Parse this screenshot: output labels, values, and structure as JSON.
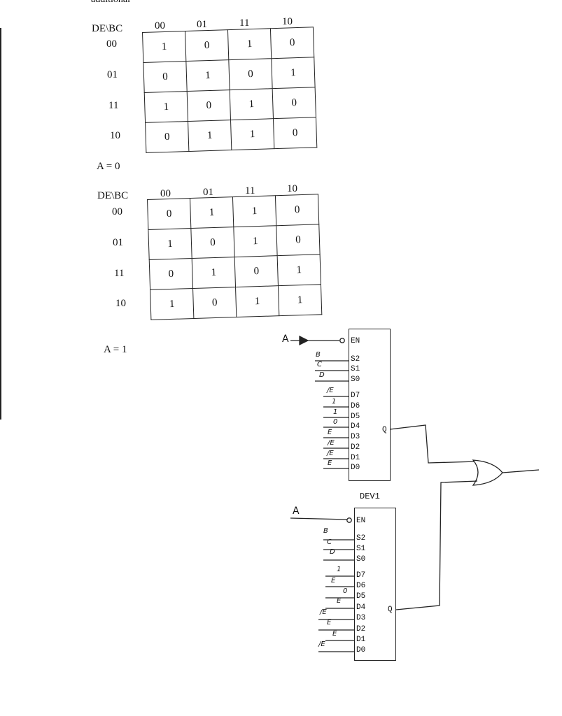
{
  "header_fragment": "additional ",
  "kmap_a0": {
    "corner": "DE\\BC",
    "col_headers": [
      "00",
      "01",
      "11",
      "10"
    ],
    "row_headers": [
      "00",
      "01",
      "11",
      "10"
    ],
    "cells": [
      [
        "1",
        "0",
        "1",
        "0"
      ],
      [
        "0",
        "1",
        "0",
        "1"
      ],
      [
        "1",
        "0",
        "1",
        "0"
      ],
      [
        "0",
        "1",
        "1",
        "0"
      ]
    ],
    "caption": "A = 0"
  },
  "kmap_a1": {
    "corner": "DE\\BC",
    "col_headers": [
      "00",
      "01",
      "11",
      "10"
    ],
    "row_headers": [
      "00",
      "01",
      "11",
      "10"
    ],
    "cells": [
      [
        "0",
        "1",
        "1",
        "0"
      ],
      [
        "1",
        "0",
        "1",
        "0"
      ],
      [
        "0",
        "1",
        "0",
        "1"
      ],
      [
        "1",
        "0",
        "1",
        "1"
      ]
    ],
    "caption": "A = 1"
  },
  "mux_top": {
    "enable_input": "A",
    "pins": [
      "EN",
      "S2",
      "S1",
      "S0",
      "D7",
      "D6",
      "D5",
      "D4",
      "D3",
      "D2",
      "D1",
      "D0"
    ],
    "output": "Q",
    "input_notes": [
      "B",
      "C",
      "D",
      "/E",
      "1",
      "1",
      "0",
      "E",
      "/E",
      "/E",
      "E"
    ]
  },
  "mux_bottom": {
    "title": "DEV1",
    "enable_input": "A",
    "pins": [
      "EN",
      "S2",
      "S1",
      "S0",
      "D7",
      "D6",
      "D5",
      "D4",
      "D3",
      "D2",
      "D1",
      "D0"
    ],
    "output": "Q",
    "input_notes": [
      "B",
      "C",
      "D",
      "1",
      "E",
      "0",
      "E",
      "/E",
      "E",
      "E",
      "/E"
    ]
  }
}
